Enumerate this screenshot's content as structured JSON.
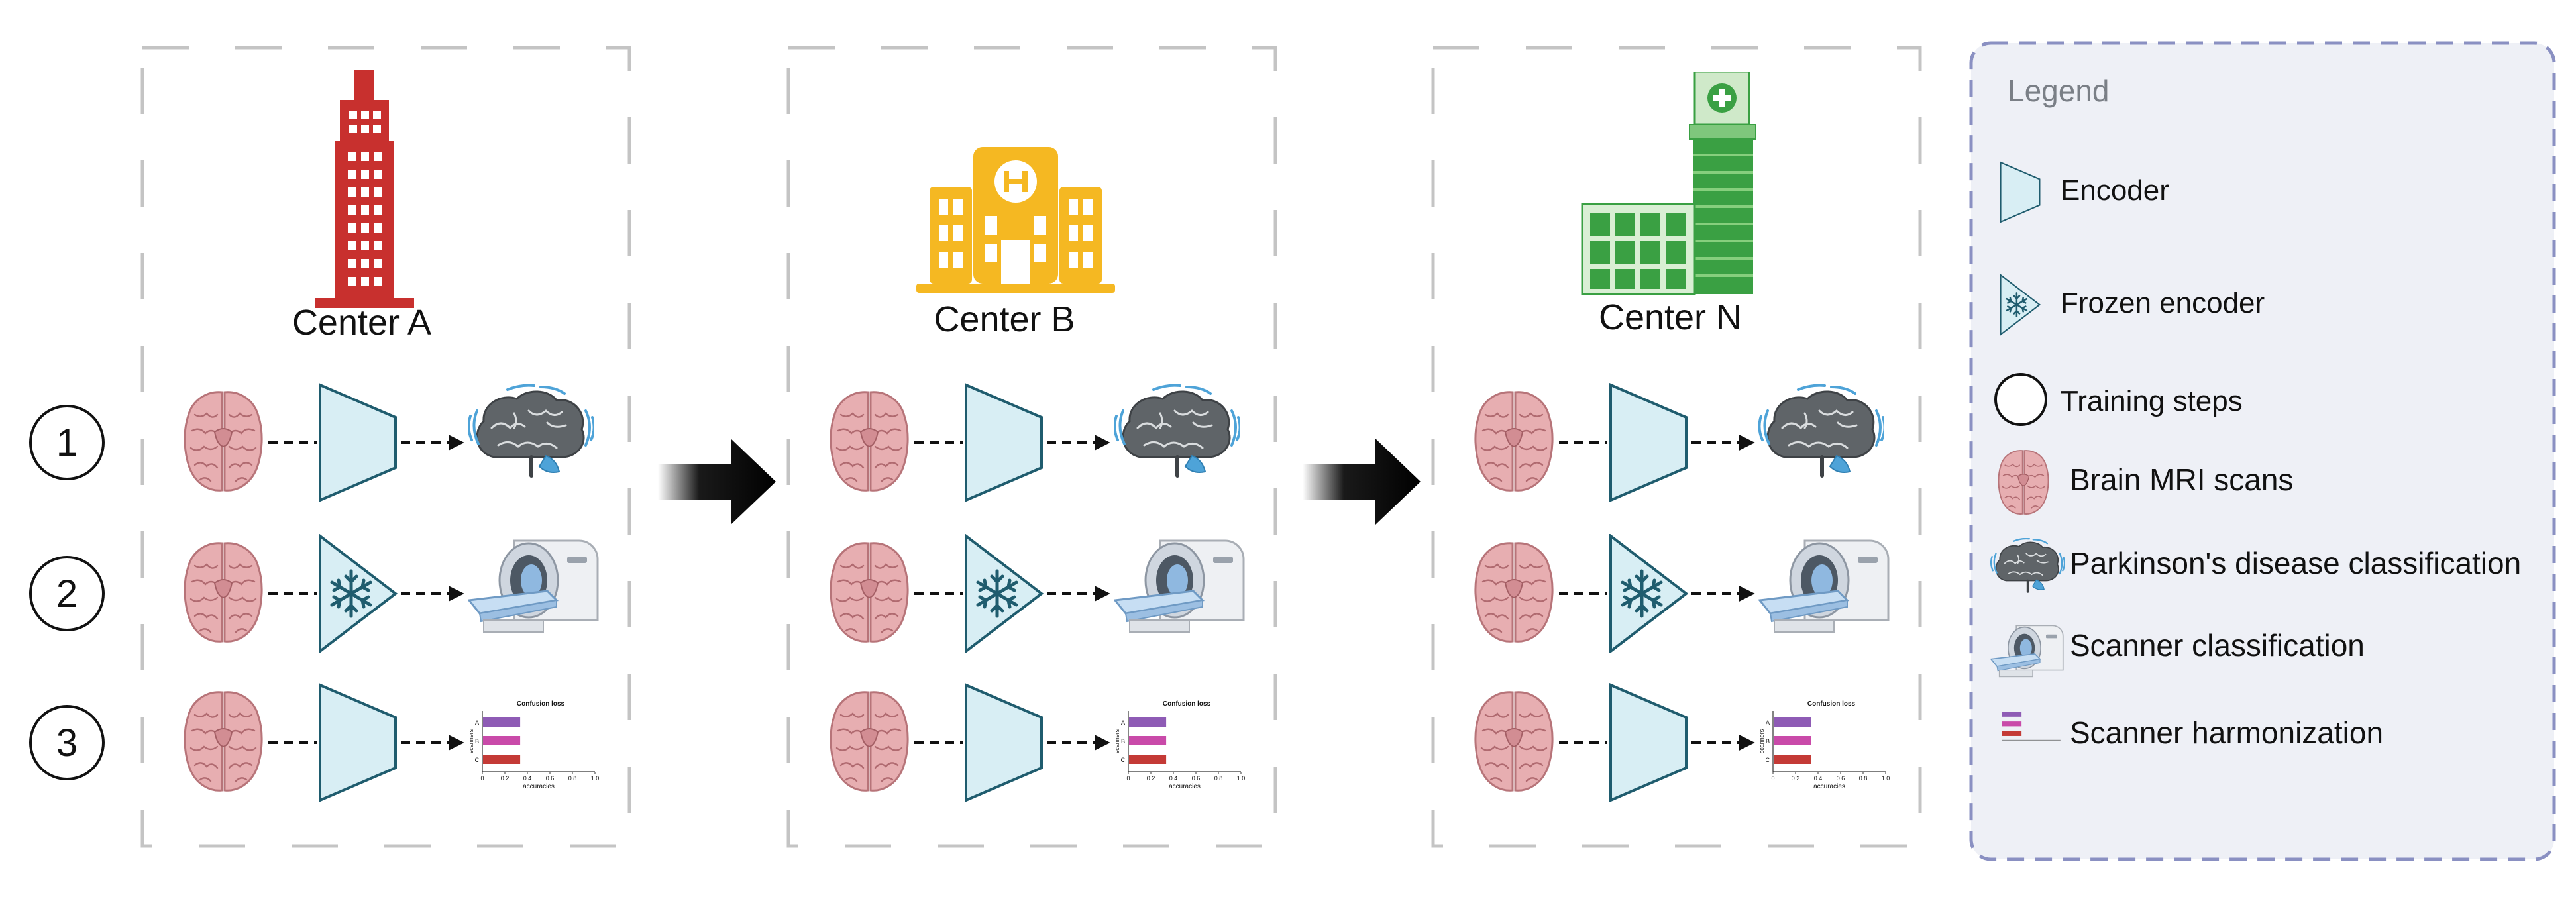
{
  "centers": [
    {
      "label": "Center A",
      "building": "office-tower-red"
    },
    {
      "label": "Center B",
      "building": "hospital-yellow"
    },
    {
      "label": "Center N",
      "building": "hospital-green"
    }
  ],
  "steps": [
    "1",
    "2",
    "3"
  ],
  "mini_chart": {
    "title": "Confusion loss",
    "ylabel": "scanners",
    "xlabel": "accuracies",
    "categories": [
      "A",
      "B",
      "C"
    ],
    "ticks": [
      "0",
      "0.2",
      "0.4",
      "0.6",
      "0.8",
      "1.0"
    ]
  },
  "chart_data": {
    "type": "bar",
    "title": "Confusion loss",
    "xlabel": "accuracies",
    "ylabel": "scanners",
    "categories": [
      "A",
      "B",
      "C"
    ],
    "values": [
      0.33,
      0.33,
      0.33
    ],
    "xlim": [
      0,
      1.0
    ],
    "orientation": "horizontal",
    "colors": [
      "#8e5bb5",
      "#c94aa9",
      "#c43a36"
    ]
  },
  "legend": {
    "title": "Legend",
    "items": [
      {
        "icon": "encoder-icon",
        "label": "Encoder"
      },
      {
        "icon": "frozen-encoder-icon",
        "label": "Frozen encoder"
      },
      {
        "icon": "circle-icon",
        "label": "Training steps"
      },
      {
        "icon": "brain-icon",
        "label": "Brain MRI scans"
      },
      {
        "icon": "parkinson-brain-icon",
        "label": "Parkinson's disease classification"
      },
      {
        "icon": "mri-scanner-icon",
        "label": "Scanner classification"
      },
      {
        "icon": "mini-chart-icon",
        "label": "Scanner harmonization"
      }
    ]
  },
  "colors": {
    "encoder_fill": "#d8eef4",
    "encoder_stroke": "#1f5c6e",
    "brain_pink": "#e6a9ad",
    "brain_grey": "#5f6468",
    "center_a_red": "#c8302e",
    "center_b_yellow": "#f5b822",
    "center_n_green": "#3aa043",
    "legend_border": "#8a90c2",
    "legend_bg": "#eef0f6"
  }
}
